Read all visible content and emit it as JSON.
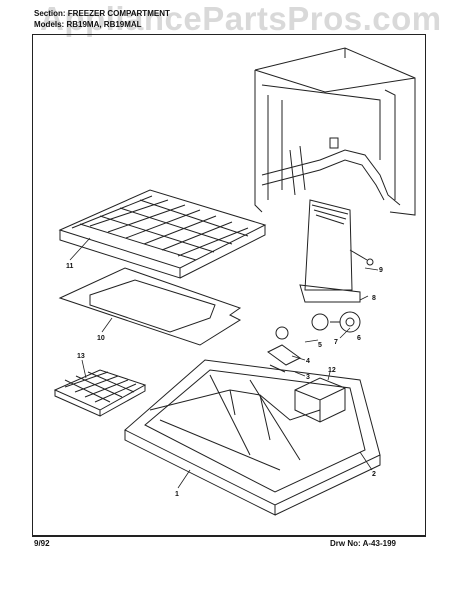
{
  "header": {
    "section_line": "Section: FREEZER COMPARTMENT",
    "model_line": "Models: RB19MA, RB19MAL"
  },
  "watermark": "AppliancePartsPros.com",
  "footer": {
    "date": "9/92",
    "drawing_label": "Drw No:",
    "drawing_number": "A-43-199"
  },
  "callouts": {
    "c1": "1",
    "c2": "2",
    "c3": "3",
    "c4": "4",
    "c5": "5",
    "c6": "6",
    "c7": "7",
    "c8": "8",
    "c9": "9",
    "c10": "10",
    "c11": "11",
    "c12": "12",
    "c13": "13"
  }
}
